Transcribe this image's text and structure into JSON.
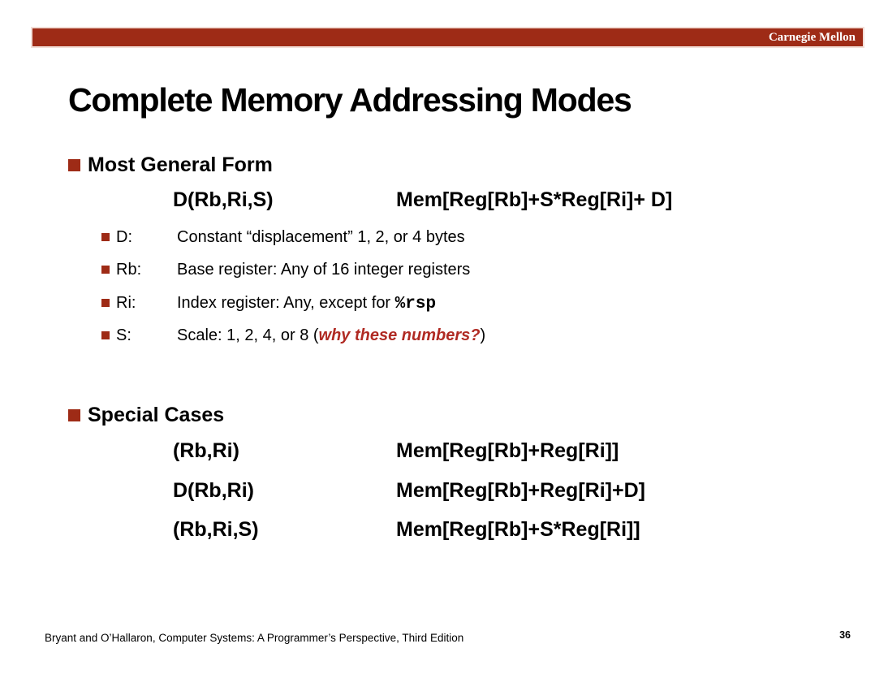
{
  "header": {
    "brand": "Carnegie Mellon"
  },
  "title": "Complete Memory Addressing Modes",
  "most_general": {
    "heading": "Most General Form",
    "form": {
      "syntax": "D(Rb,Ri,S)",
      "meaning": "Mem[Reg[Rb]+S*Reg[Ri]+ D]"
    },
    "bullets": [
      {
        "term": "D:",
        "text": "Constant “displacement” 1, 2, or 4 bytes"
      },
      {
        "term": "Rb:",
        "text": "Base register: Any of 16 integer registers"
      },
      {
        "term": "Ri:",
        "text": "Index register: Any, except for ",
        "code": "%rsp"
      },
      {
        "term": "S:",
        "text": "Scale: 1, 2, 4, or 8 (",
        "emphasis": "why these numbers?",
        "suffix": ")"
      }
    ]
  },
  "special_cases": {
    "heading": "Special Cases",
    "rows": [
      {
        "syntax": "(Rb,Ri)",
        "meaning": "Mem[Reg[Rb]+Reg[Ri]]"
      },
      {
        "syntax": "D(Rb,Ri)",
        "meaning": "Mem[Reg[Rb]+Reg[Ri]+D]"
      },
      {
        "syntax": "(Rb,Ri,S)",
        "meaning": "Mem[Reg[Rb]+S*Reg[Ri]]"
      }
    ]
  },
  "footer": {
    "citation": "Bryant and O’Hallaron, Computer Systems: A Programmer’s Perspective, Third Edition",
    "page_number": "36"
  },
  "colors": {
    "accent_red": "#9e2b16",
    "emphasis_red": "#b02a23"
  }
}
